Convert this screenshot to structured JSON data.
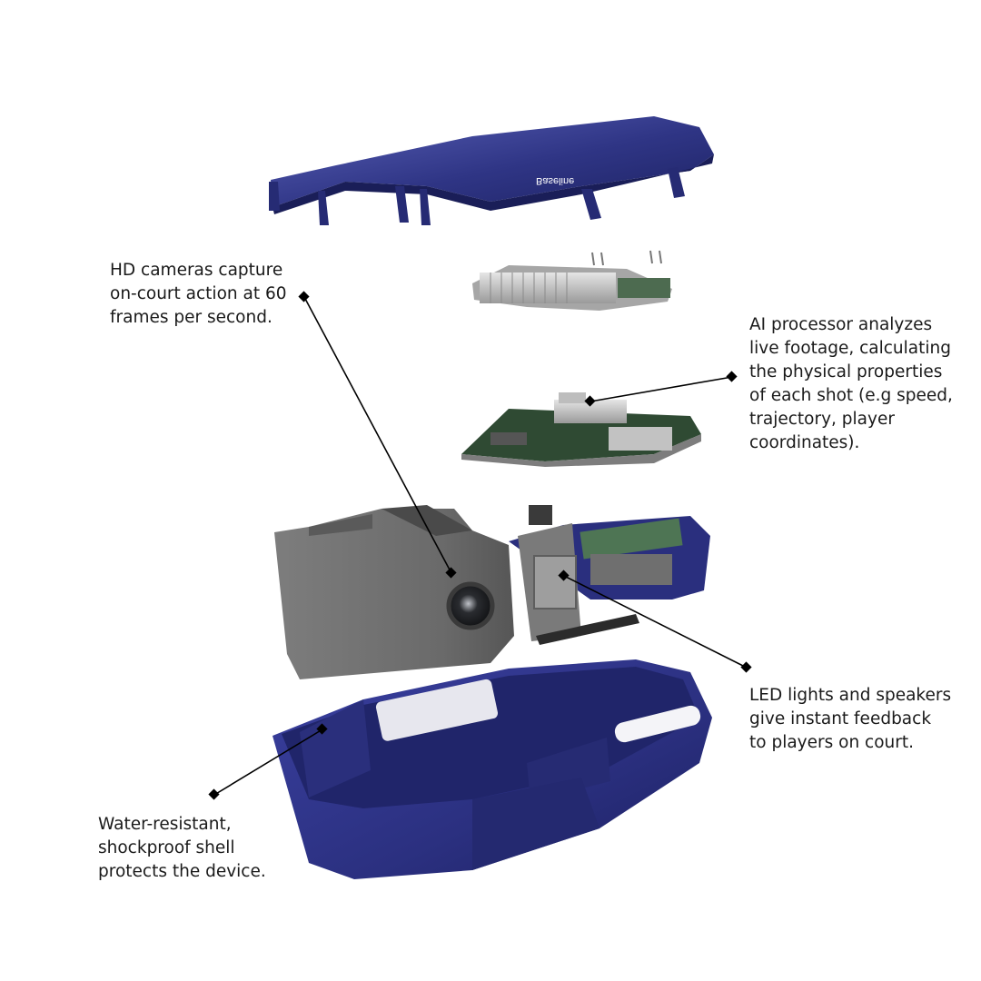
{
  "colors": {
    "shell_blue": "#2f3585",
    "shell_blue_dark": "#1f2466",
    "shell_blue_light": "#4b52a8",
    "camera_gray": "#6f6f6f",
    "pcb_green": "#3d5a3f",
    "heatsink_silver": "#c9c9c9",
    "leader_line": "#000000"
  },
  "device": {
    "brand_label": "Baseline"
  },
  "callouts": {
    "camera": {
      "lines": [
        "HD cameras capture",
        "on-court action at 60",
        "frames per second."
      ]
    },
    "processor": {
      "lines": [
        "AI processor analyzes",
        "live footage, calculating",
        "the physical properties",
        "of each shot (e.g speed,",
        "trajectory, player",
        "coordinates)."
      ]
    },
    "led": {
      "lines": [
        "LED lights and speakers",
        "give instant feedback",
        "to players on court."
      ]
    },
    "shell": {
      "lines": [
        "Water-resistant,",
        "shockproof shell",
        "protects the device."
      ]
    }
  }
}
